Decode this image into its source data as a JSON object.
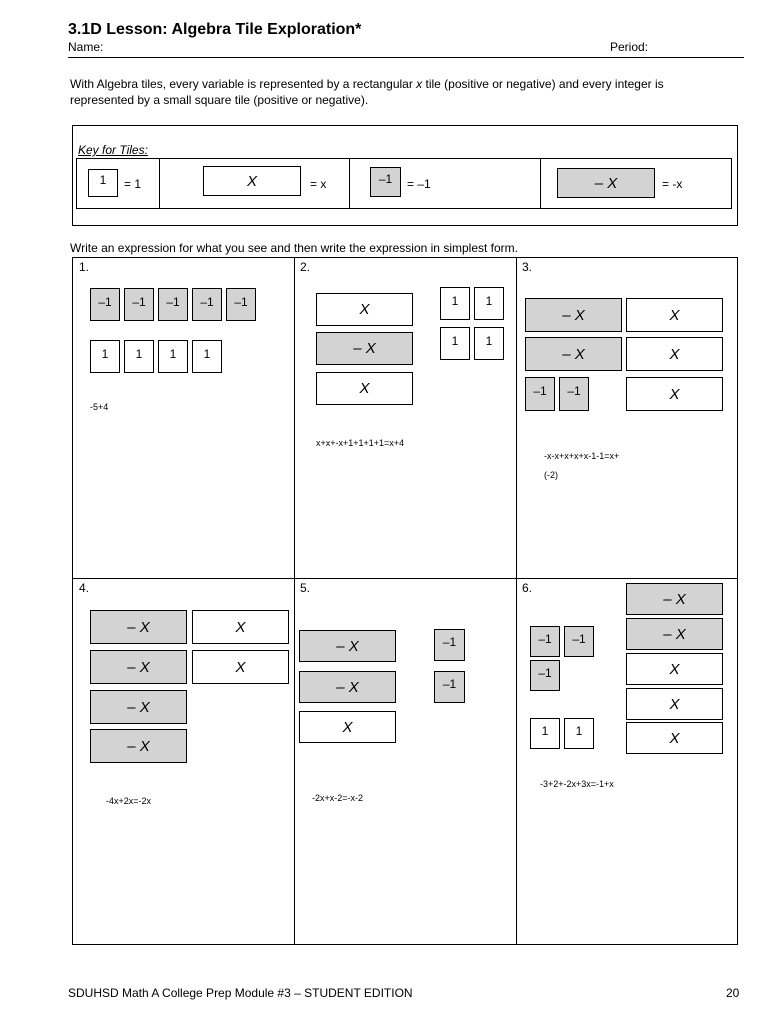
{
  "header": {
    "title": "3.1D Lesson: Algebra Tile Exploration*",
    "name_label": "Name:",
    "period_label": "Period:"
  },
  "intro": {
    "part1": "With Algebra tiles, every variable is represented by a rectangular ",
    "var": "x",
    "part2": " tile (positive or negative) and every integer is represented by a small square tile (positive or negative)."
  },
  "key": {
    "caption": "Key for Tiles:",
    "one_tile": "1",
    "one_eq": "= 1",
    "x_tile": "X",
    "x_eq": "= x",
    "neg_one_tile": "–1",
    "neg_one_eq": "= –1",
    "neg_x_tile": "– X",
    "neg_x_eq": "= -x"
  },
  "instructions": "Write an expression for what you see and then write the expression in simplest form.",
  "tile_labels": {
    "pos_one": "1",
    "neg_one": "–1",
    "pos_x": "X",
    "neg_x": "– X"
  },
  "problems": [
    {
      "number": "1.",
      "answer": "-5+4"
    },
    {
      "number": "2.",
      "answer": "x+x+-x+1+1+1+1=x+4"
    },
    {
      "number": "3.",
      "answer": "-x-x+x+x+x-1-1=x+",
      "answer_line2": "(-2)"
    },
    {
      "number": "4.",
      "answer": "-4x+2x=-2x"
    },
    {
      "number": "5.",
      "answer": "-2x+x-2=-x-2"
    },
    {
      "number": "6.",
      "answer": "-3+2+-2x+3x=-1+x"
    }
  ],
  "footer": {
    "left": "SDUHSD Math A College Prep Module #3 – STUDENT EDITION",
    "page": "20"
  },
  "colors": {
    "negative_tile_fill": "#d3d3d3",
    "positive_tile_fill": "#ffffff"
  }
}
